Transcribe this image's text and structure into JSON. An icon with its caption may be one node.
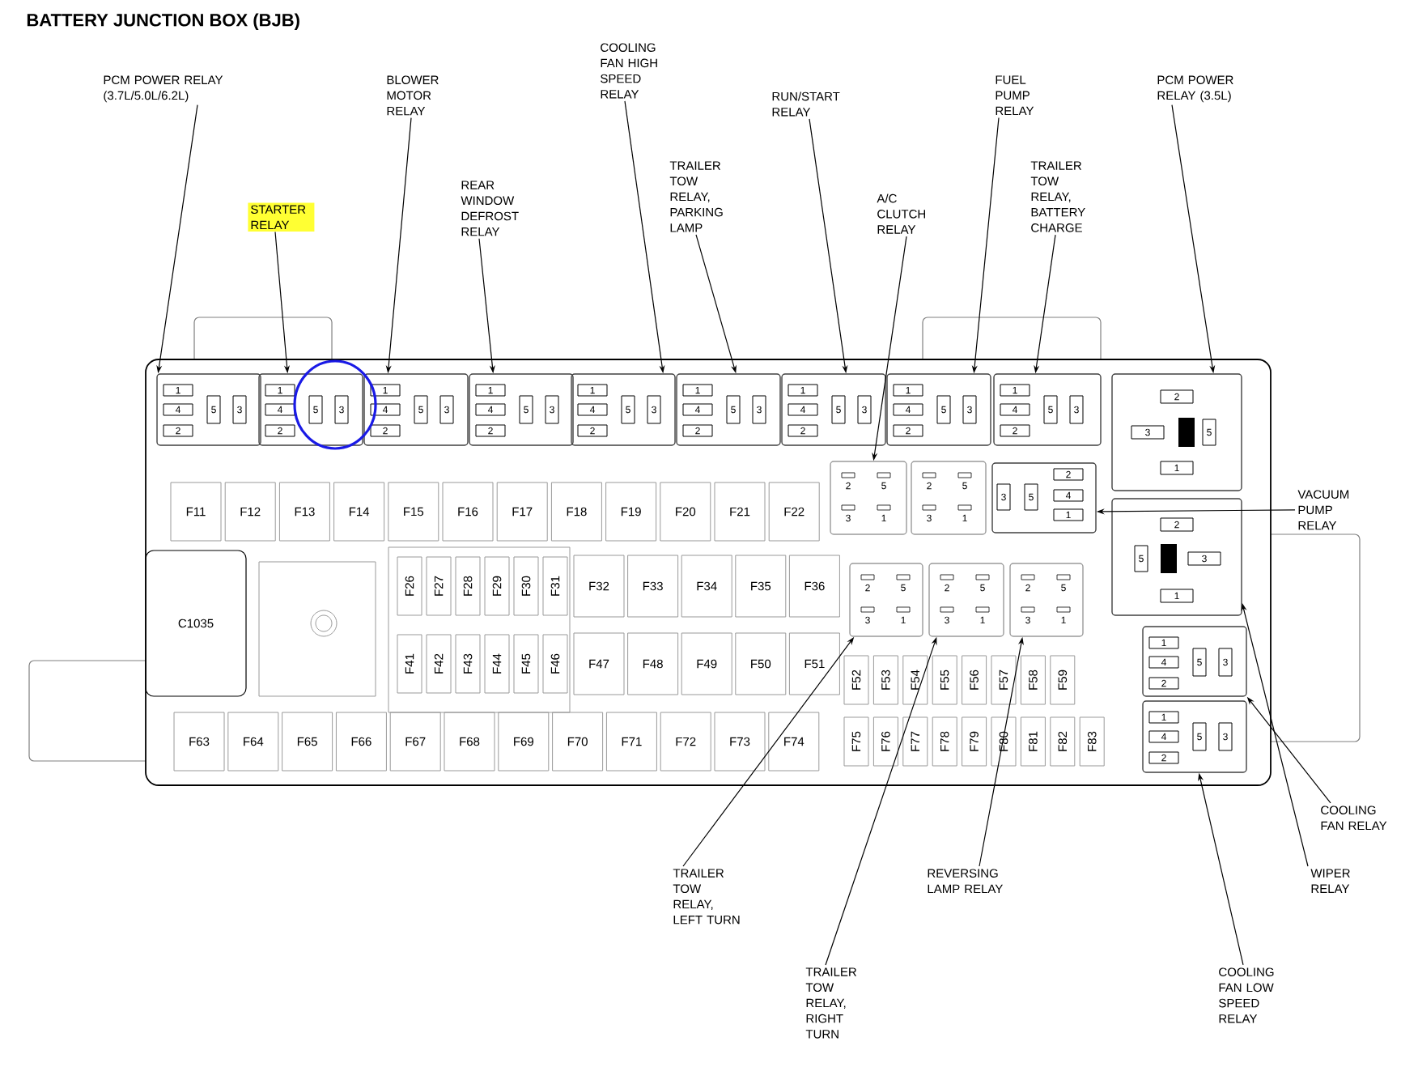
{
  "diagram": {
    "title": "BATTERY JUNCTION BOX (BJB)",
    "nodes": [
      {
        "text": [],
        "shape": "box"
      },
      {
        "text": [
          "PCM POWER RELAY (3.7L/5.0L/6.2L)"
        ]
      },
      {
        "text": [
          "STARTER RELAY"
        ]
      },
      {
        "text": [
          "BLOWER MOTOR RELAY"
        ]
      },
      {
        "text": [
          "REAR WINDOW DEFROST RELAY"
        ]
      },
      {
        "text": [
          "COOLING FAN HIGH SPEED RELAY"
        ]
      },
      {
        "text": [
          "TRAILER TOW RELAY, PARKING LAMP"
        ]
      },
      {
        "text": [
          "RUN/START RELAY"
        ]
      },
      {
        "text": [
          "A/C CLUTCH RELAY"
        ]
      },
      {
        "text": [
          "FUEL PUMP RELAY"
        ]
      },
      {
        "text": [
          "TRAILER TOW RELAY, BATTERY CHARGE"
        ]
      },
      {
        "text": [
          "PCM POWER RELAY (3.5L)"
        ]
      },
      {
        "text": [
          "VACUUM PUMP RELAY"
        ]
      },
      {
        "text": [
          "COOLING FAN RELAY"
        ]
      },
      {
        "text": [
          "WIPER RELAY"
        ]
      },
      {
        "text": [
          "TRAILER TOW RELAY, LEFT TURN"
        ]
      },
      {
        "text": [
          "REVERSING LAMP RELAY"
        ]
      },
      {
        "text": [
          "TRAILER TOW RELAY, RIGHT TURN"
        ]
      },
      {
        "text": [
          "COOLING FAN LOW SPEED RELAY"
        ]
      },
      {
        "text": [
          "1",
          "4",
          "2",
          "5",
          "3"
        ],
        "in": 0
      },
      {
        "text": [
          "1",
          "4",
          "2",
          "5",
          "3"
        ],
        "in": 0
      },
      {
        "text": [
          "1",
          "4",
          "2",
          "5",
          "3"
        ],
        "in": 0
      },
      {
        "text": [
          "1",
          "4",
          "2",
          "5",
          "3"
        ],
        "in": 0
      },
      {
        "text": [
          "1",
          "4",
          "2",
          "5",
          "3"
        ],
        "in": 0
      },
      {
        "text": [
          "1",
          "4",
          "2",
          "5",
          "3"
        ],
        "in": 0
      },
      {
        "text": [
          "1",
          "4",
          "2",
          "5",
          "3"
        ],
        "in": 0
      },
      {
        "text": [
          "1",
          "4",
          "2",
          "5",
          "3"
        ],
        "in": 0
      },
      {
        "text": [
          "1",
          "4",
          "2",
          "5",
          "3"
        ],
        "in": 0
      },
      {
        "text": [
          "2",
          "3",
          "5",
          "1"
        ],
        "in": 0
      },
      {
        "text": [
          "2",
          "5",
          "3",
          "1"
        ],
        "in": 0
      },
      {
        "text": [
          "2",
          "5",
          "3",
          "1"
        ],
        "in": 0
      },
      {
        "text": [
          "3",
          "5",
          "2",
          "4",
          "1"
        ],
        "in": 0
      },
      {
        "text": [
          "2",
          "5",
          "3",
          "1"
        ],
        "in": 0
      },
      {
        "text": [
          "2",
          "5",
          "3",
          "1"
        ],
        "in": 0
      },
      {
        "text": [
          "2",
          "5",
          "3",
          "1"
        ],
        "in": 0
      },
      {
        "text": [
          "2",
          "5",
          "3",
          "1"
        ],
        "in": 0
      },
      {
        "text": [
          "1",
          "4",
          "2",
          "5",
          "3"
        ],
        "in": 0
      },
      {
        "text": [
          "1",
          "4",
          "2",
          "5",
          "3"
        ],
        "in": 0
      },
      {
        "text": [
          "C1035"
        ],
        "in": 0
      },
      {
        "text": [
          "F11"
        ],
        "in": 0
      },
      {
        "text": [
          "F12"
        ],
        "in": 0
      },
      {
        "text": [
          "F13"
        ],
        "in": 0
      },
      {
        "text": [
          "F14"
        ],
        "in": 0
      },
      {
        "text": [
          "F15"
        ],
        "in": 0
      },
      {
        "text": [
          "F16"
        ],
        "in": 0
      },
      {
        "text": [
          "F17"
        ],
        "in": 0
      },
      {
        "text": [
          "F18"
        ],
        "in": 0
      },
      {
        "text": [
          "F19"
        ],
        "in": 0
      },
      {
        "text": [
          "F20"
        ],
        "in": 0
      },
      {
        "text": [
          "F21"
        ],
        "in": 0
      },
      {
        "text": [
          "F22"
        ],
        "in": 0
      },
      {
        "text": [
          "F26"
        ],
        "in": 0
      },
      {
        "text": [
          "F27"
        ],
        "in": 0
      },
      {
        "text": [
          "F28"
        ],
        "in": 0
      },
      {
        "text": [
          "F29"
        ],
        "in": 0
      },
      {
        "text": [
          "F30"
        ],
        "in": 0
      },
      {
        "text": [
          "F31"
        ],
        "in": 0
      },
      {
        "text": [
          "F32"
        ],
        "in": 0
      },
      {
        "text": [
          "F33"
        ],
        "in": 0
      },
      {
        "text": [
          "F34"
        ],
        "in": 0
      },
      {
        "text": [
          "F35"
        ],
        "in": 0
      },
      {
        "text": [
          "F36"
        ],
        "in": 0
      },
      {
        "text": [
          "F41"
        ],
        "in": 0
      },
      {
        "text": [
          "F42"
        ],
        "in": 0
      },
      {
        "text": [
          "F43"
        ],
        "in": 0
      },
      {
        "text": [
          "F44"
        ],
        "in": 0
      },
      {
        "text": [
          "F45"
        ],
        "in": 0
      },
      {
        "text": [
          "F46"
        ],
        "in": 0
      },
      {
        "text": [
          "F47"
        ],
        "in": 0
      },
      {
        "text": [
          "F48"
        ],
        "in": 0
      },
      {
        "text": [
          "F49"
        ],
        "in": 0
      },
      {
        "text": [
          "F50"
        ],
        "in": 0
      },
      {
        "text": [
          "F51"
        ],
        "in": 0
      },
      {
        "text": [
          "F52"
        ],
        "in": 0
      },
      {
        "text": [
          "F53"
        ],
        "in": 0
      },
      {
        "text": [
          "F54"
        ],
        "in": 0
      },
      {
        "text": [
          "F55"
        ],
        "in": 0
      },
      {
        "text": [
          "F56"
        ],
        "in": 0
      },
      {
        "text": [
          "F57"
        ],
        "in": 0
      },
      {
        "text": [
          "F58"
        ],
        "in": 0
      },
      {
        "text": [
          "F59"
        ],
        "in": 0
      },
      {
        "text": [
          "F63"
        ],
        "in": 0
      },
      {
        "text": [
          "F64"
        ],
        "in": 0
      },
      {
        "text": [
          "F65"
        ],
        "in": 0
      },
      {
        "text": [
          "F66"
        ],
        "in": 0
      },
      {
        "text": [
          "F67"
        ],
        "in": 0
      },
      {
        "text": [
          "F68"
        ],
        "in": 0
      },
      {
        "text": [
          "F69"
        ],
        "in": 0
      },
      {
        "text": [
          "F70"
        ],
        "in": 0
      },
      {
        "text": [
          "F71"
        ],
        "in": 0
      },
      {
        "text": [
          "F72"
        ],
        "in": 0
      },
      {
        "text": [
          "F73"
        ],
        "in": 0
      },
      {
        "text": [
          "F74"
        ],
        "in": 0
      },
      {
        "text": [
          "F75"
        ],
        "in": 0
      },
      {
        "text": [
          "F76"
        ],
        "in": 0
      },
      {
        "text": [
          "F77"
        ],
        "in": 0
      },
      {
        "text": [
          "F78"
        ],
        "in": 0
      },
      {
        "text": [
          "F79"
        ],
        "in": 0
      },
      {
        "text": [
          "F80"
        ],
        "in": 0
      },
      {
        "text": [
          "F81"
        ],
        "in": 0
      },
      {
        "text": [
          "F82"
        ],
        "in": 0
      },
      {
        "text": [
          "F83"
        ],
        "in": 0
      }
    ],
    "edges": [
      {
        "from": 1,
        "to": 19,
        "arrow": "to"
      },
      {
        "from": 2,
        "to": 20,
        "arrow": "to"
      },
      {
        "from": 3,
        "to": 21,
        "arrow": "to"
      },
      {
        "from": 4,
        "to": 22,
        "arrow": "to"
      },
      {
        "from": 5,
        "to": 23,
        "arrow": "to"
      },
      {
        "from": 6,
        "to": 24,
        "arrow": "to"
      },
      {
        "from": 7,
        "to": 25,
        "arrow": "to"
      },
      {
        "from": 8,
        "to": 29,
        "arrow": "to"
      },
      {
        "from": 9,
        "to": 26,
        "arrow": "to"
      },
      {
        "from": 10,
        "to": 27,
        "arrow": "to"
      },
      {
        "from": 11,
        "to": 28,
        "arrow": "to"
      },
      {
        "from": 12,
        "to": 31,
        "arrow": "to"
      },
      {
        "from": 13,
        "to": 36,
        "arrow": "to"
      },
      {
        "from": 14,
        "to": 32,
        "arrow": "to"
      },
      {
        "from": 15,
        "to": 33,
        "arrow": "to"
      },
      {
        "from": 16,
        "to": 35,
        "arrow": "to"
      },
      {
        "from": 17,
        "to": 34,
        "arrow": "to"
      },
      {
        "from": 18,
        "to": 37,
        "arrow": "to"
      }
    ]
  }
}
